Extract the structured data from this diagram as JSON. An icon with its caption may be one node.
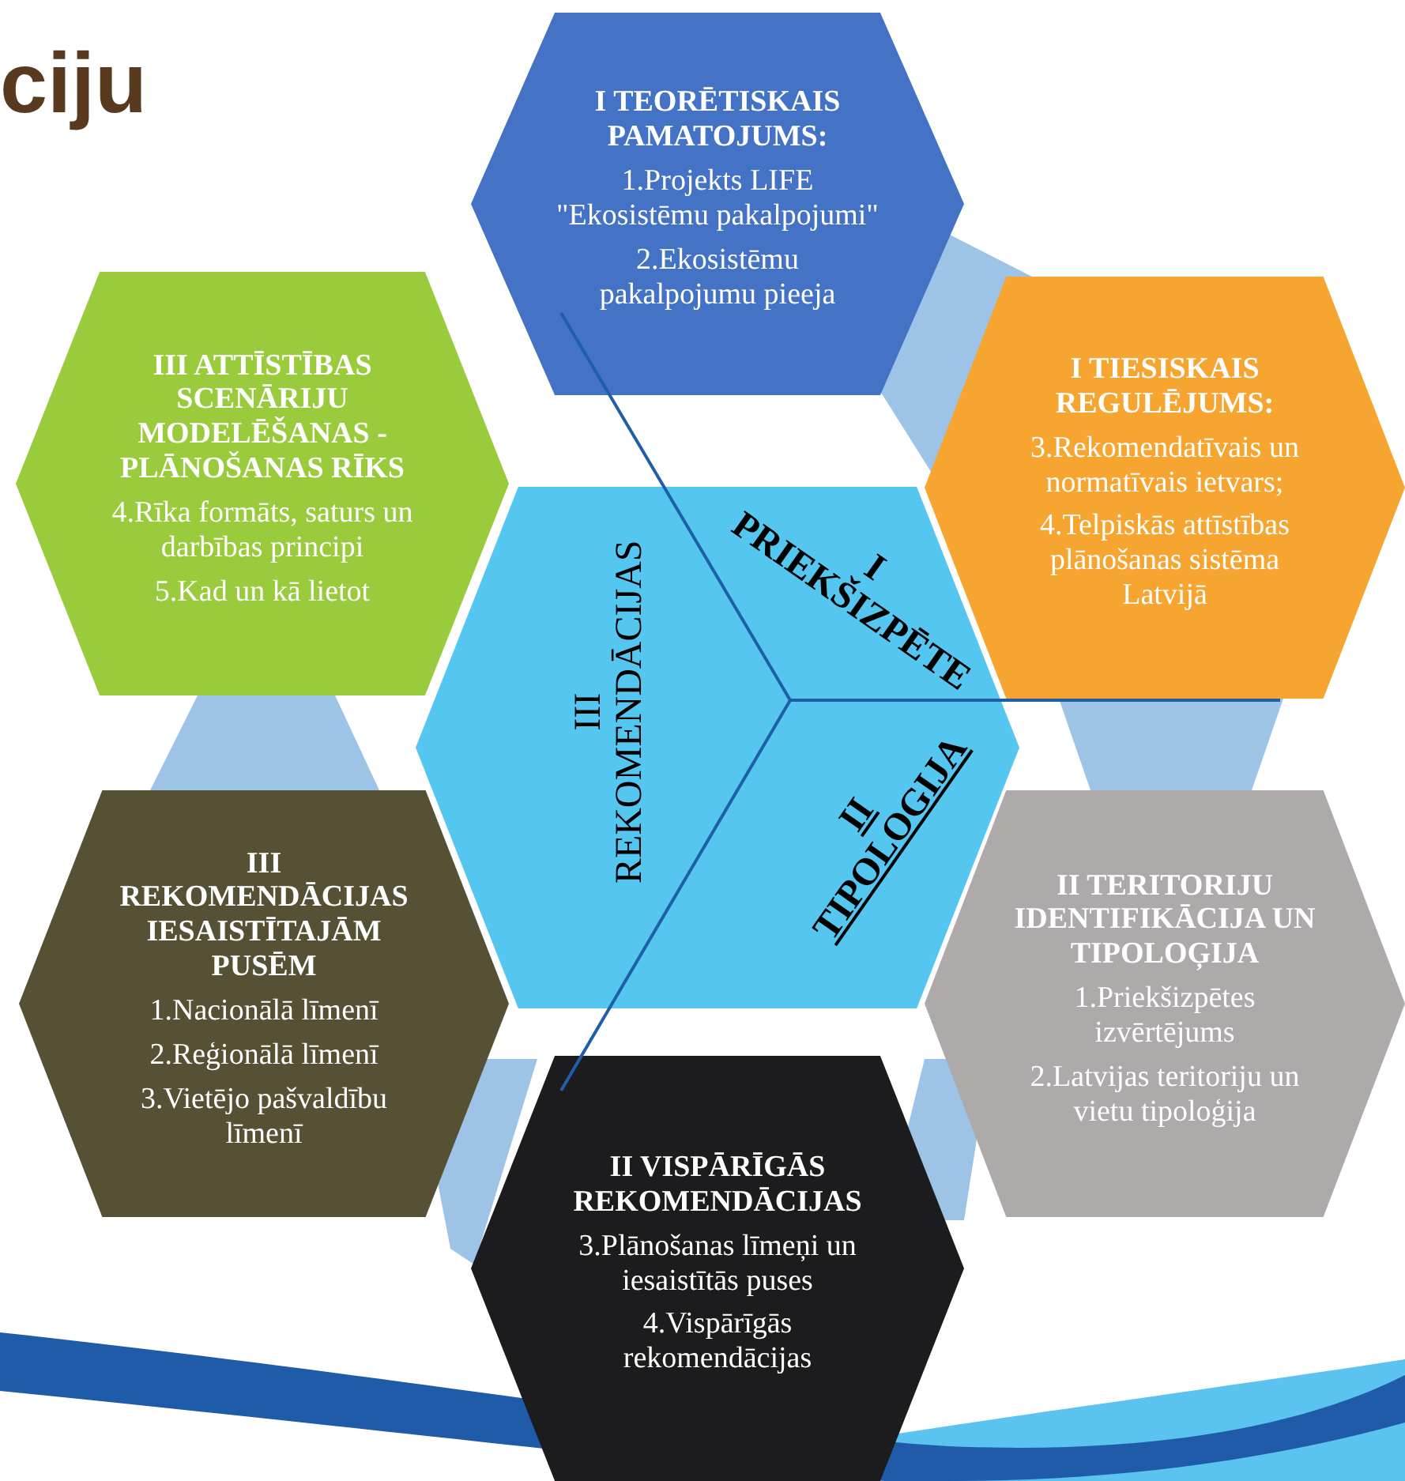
{
  "diagram": {
    "nodes": [
      {
        "text": [
          "I TEORĒTISKAIS PAMATOJUMS:",
          "1.Projekts LIFE \"Ekosistēmu pakalpojumi\"",
          "2.Ekosistēmu pakalpojumu pieeja"
        ]
      },
      {
        "text": [
          "III ATTĪSTĪBAS SCENĀRIJU MODELĒŠANAS - PLĀNOŠANAS RĪKS",
          "4.Rīka formāts, saturs un darbības principi",
          "5.Kad un kā lietot"
        ]
      },
      {
        "text": [
          "I TIESISKAIS REGULĒJUMS:",
          "3.Rekomendatīvais un normatīvais ietvars;",
          "4.Telpiskās attīstības plānošanas sistēma Latvijā"
        ]
      },
      {
        "text": [
          "I PRIEKŠIZPĒTE",
          "II TIPOLOGIJA",
          "III REKOMENDĀCIJAS"
        ]
      },
      {
        "text": [
          "III REKOMENDĀCIJAS IESAISTĪTAJĀM PUSĒM",
          "1.Nacionālā līmenī",
          "2.Reģionālā līmenī",
          "3.Vietējo pašvaldību līmenī"
        ]
      },
      {
        "text": [
          "II TERITORIJU IDENTIFIKĀCIJA UN TIPOLOĢIJA",
          "1.Priekšizpētes izvērtējums",
          "2.Latvijas teritoriju un vietu tipoloģija"
        ]
      },
      {
        "text": [
          "II VISPĀRĪGĀS REKOMENDĀCIJAS",
          "3.Plānošanas līmeņi un iesaistītās puses",
          "4.Vispārīgās rekomendācijas"
        ]
      }
    ],
    "labels": [
      "ciju"
    ]
  }
}
